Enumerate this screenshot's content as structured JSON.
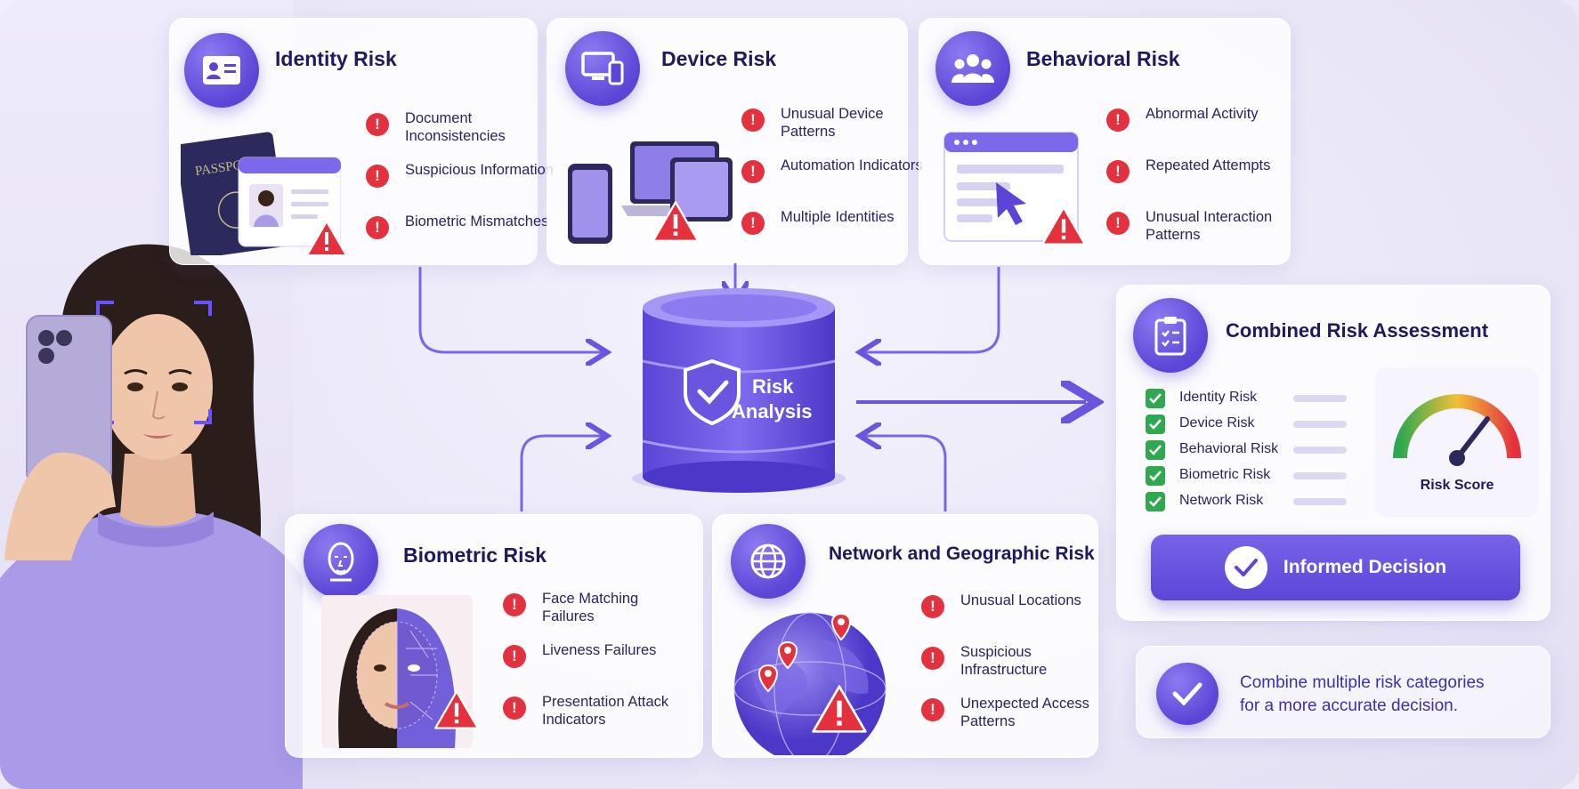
{
  "identity": {
    "title": "Identity Risk",
    "items": [
      "Document Inconsistencies",
      "Suspicious Information",
      "Biometric Mismatches"
    ],
    "passport_label": "PASSPORT"
  },
  "device": {
    "title": "Device Risk",
    "items": [
      "Unusual Device Patterns",
      "Automation Indicators",
      "Multiple Identities"
    ]
  },
  "behavioral": {
    "title": "Behavioral Risk",
    "items": [
      "Abnormal Activity",
      "Repeated Attempts",
      "Unusual Interaction Patterns"
    ]
  },
  "biometric": {
    "title": "Biometric Risk",
    "items": [
      "Face Matching Failures",
      "Liveness Failures",
      "Presentation Attack Indicators"
    ]
  },
  "network": {
    "title": "Network and Geographic Risk",
    "items": [
      "Unusual Locations",
      "Suspicious Infrastructure",
      "Unexpected Access Patterns"
    ]
  },
  "center": {
    "label_line1": "Risk",
    "label_line2": "Analysis"
  },
  "combined": {
    "title": "Combined Risk Assessment",
    "rows": [
      "Identity Risk",
      "Device Risk",
      "Behavioral Risk",
      "Biometric Risk",
      "Network Risk"
    ],
    "gauge_label": "Risk Score",
    "decision_label": "Informed Decision"
  },
  "footer_note": {
    "line1": "Combine multiple risk categories",
    "line2": "for a more accurate decision."
  },
  "colors": {
    "accent": "#5b46d8",
    "danger": "#e5313e",
    "ok": "#2fa84f",
    "ink": "#1f1a5e"
  }
}
